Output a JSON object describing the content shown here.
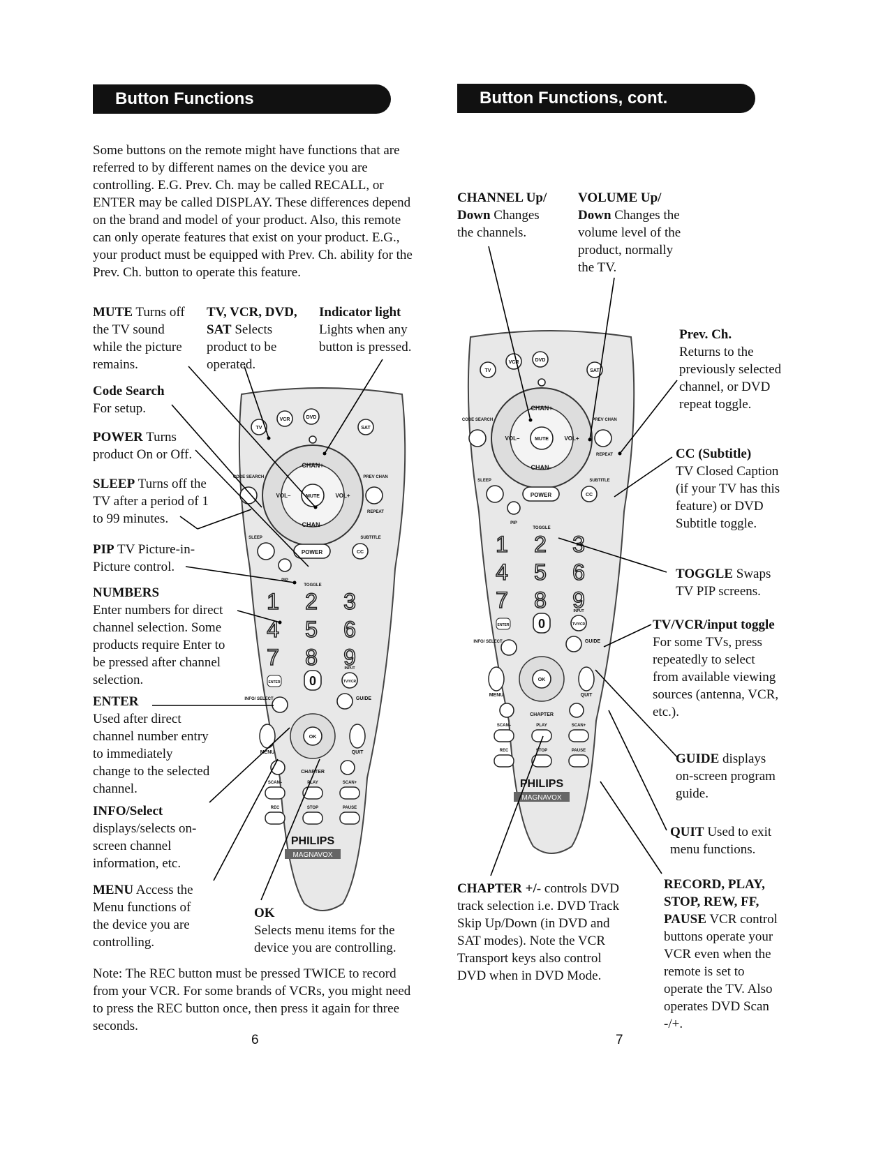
{
  "headers": {
    "left": "Button Functions",
    "right": "Button Functions, cont."
  },
  "intro": "Some buttons on the remote might have functions that are referred to by different names on the device you are controlling. E.G. Prev. Ch. may be called RECALL, or ENTER may be called DISPLAY. These differences depend on the brand and model of your product. Also, this remote can only operate features that exist on your product. E.G., your product must be equipped with Prev. Ch. ability for the Prev. Ch. button to operate this feature.",
  "left_items": {
    "mute": {
      "term": "MUTE",
      "desc": "Turns off the TV sound while the picture remains."
    },
    "device": {
      "term": "TV, VCR, DVD, SAT",
      "desc": "Selects product to be operated."
    },
    "indicator": {
      "term": "Indicator light",
      "desc": "Lights when any button is pressed."
    },
    "code_search": {
      "term": "Code Search",
      "desc": "For setup."
    },
    "power": {
      "term": "POWER",
      "desc": "Turns product On or Off."
    },
    "sleep": {
      "term": "SLEEP",
      "desc": "Turns off the TV after a period of 1 to 99 minutes."
    },
    "pip": {
      "term": "PIP",
      "desc": "TV Picture-in-Picture control."
    },
    "numbers": {
      "term": "NUMBERS",
      "desc": "Enter numbers for direct channel selection. Some products require Enter to be pressed after channel selection."
    },
    "enter": {
      "term": "ENTER",
      "desc": "Used after direct channel number entry to immediately change to the selected channel."
    },
    "info": {
      "term": "INFO/Select",
      "desc": "displays/selects on-screen channel information, etc."
    },
    "menu": {
      "term": "MENU",
      "desc": "Access the Menu functions of the device you are controlling."
    },
    "ok": {
      "term": "OK",
      "desc": "Selects menu items for the device you are controlling."
    }
  },
  "note": "Note: The REC button must be pressed TWICE to record from your VCR. For some brands of VCRs, you might need to press the REC button once, then press it again for three seconds.",
  "right_items": {
    "channel": {
      "term": "CHANNEL Up/ Down",
      "desc": "Changes the channels."
    },
    "volume": {
      "term": "VOLUME Up/ Down",
      "desc": "Changes the volume level of the product, normally the TV."
    },
    "prev": {
      "term": "Prev. Ch.",
      "desc": "Returns to the previously selected channel, or DVD repeat toggle."
    },
    "cc": {
      "term": "CC (Subtitle)",
      "desc": "TV Closed Caption (if your TV has this feature) or DVD Subtitle toggle."
    },
    "toggle": {
      "term": "TOGGLE",
      "desc": "Swaps TV PIP screens."
    },
    "tvvcr": {
      "term": "TV/VCR/input toggle",
      "desc": "For some TVs, press repeatedly to select from available viewing sources (antenna, VCR, etc.)."
    },
    "guide": {
      "term": "GUIDE",
      "desc": "displays on-screen program guide."
    },
    "quit": {
      "term": "QUIT",
      "desc": "Used to exit menu functions."
    },
    "chapter": {
      "term": "CHAPTER +/-",
      "desc": "controls DVD track selection i.e. DVD Track Skip Up/Down (in DVD and SAT modes). Note the VCR Transport keys also control DVD when in DVD Mode."
    },
    "record": {
      "term": "RECORD, PLAY, STOP, REW, FF, PAUSE",
      "desc": "VCR control buttons operate your VCR even when the remote is set to operate the TV. Also operates DVD Scan -/+."
    }
  },
  "remote_labels": {
    "tv": "TV",
    "vcr": "VCR",
    "dvd": "DVD",
    "sat": "SAT",
    "code_search": "CODE SEARCH",
    "prev_chan": "PREV CHAN",
    "repeat": "REPEAT",
    "chan_up": "CHAN+",
    "chan_down": "CHAN–",
    "vol_minus": "VOL–",
    "vol_plus": "VOL+",
    "mute": "MUTE",
    "sleep": "SLEEP",
    "subtitle": "SUBTITLE",
    "power": "POWER",
    "cc": "CC",
    "pip": "PIP",
    "toggle": "TOGGLE",
    "digits": [
      "1",
      "2",
      "3",
      "4",
      "5",
      "6",
      "7",
      "8",
      "9"
    ],
    "zero": "0",
    "enter": "ENTER",
    "input": "INPUT",
    "tvvcr": "TV/VCR",
    "info_select": "INFO/ SELECT",
    "guide": "GUIDE",
    "ok": "OK",
    "menu": "MENU",
    "quit": "QUIT",
    "chapter": "CHAPTER",
    "scan_minus": "SCAN–",
    "play": "PLAY",
    "scan_plus": "SCAN+",
    "rec": "REC",
    "stop": "STOP",
    "pause": "PAUSE",
    "brand": "PHILIPS",
    "sub_brand": "MAGNAVOX"
  },
  "page_numbers": {
    "left": "6",
    "right": "7"
  }
}
